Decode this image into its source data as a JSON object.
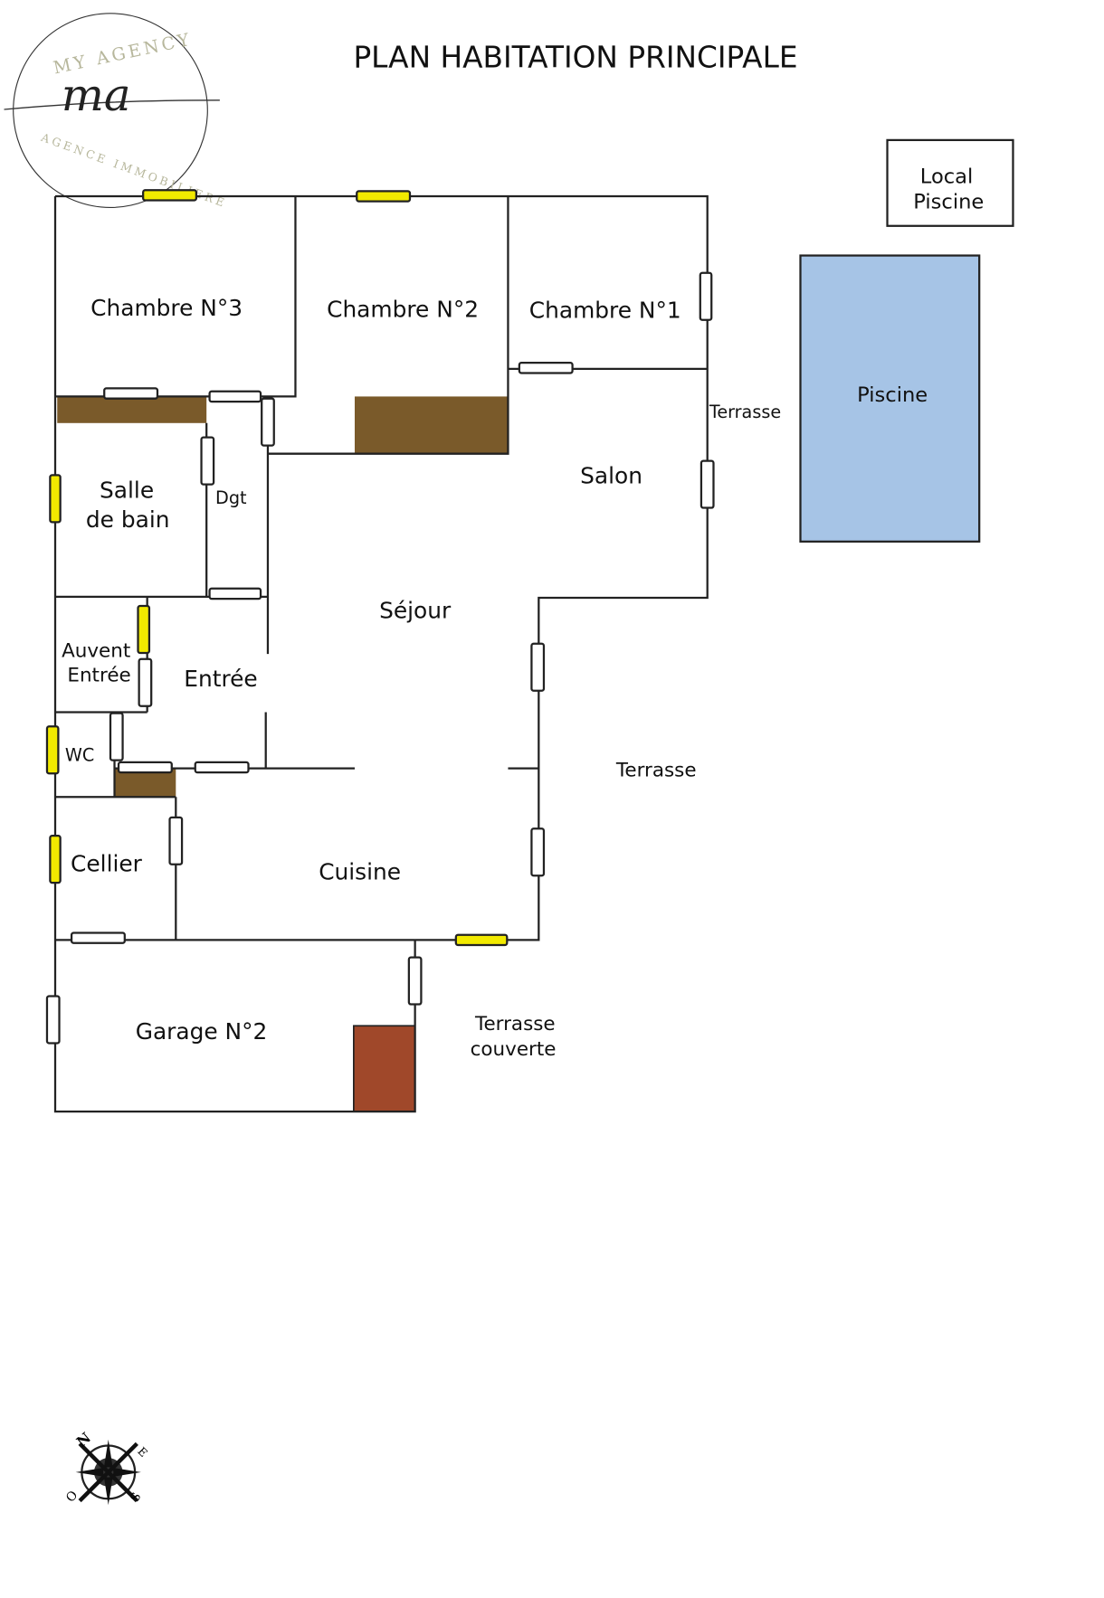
{
  "title": "PLAN HABITATION PRINCIPALE",
  "logo": {
    "top": "MY AGENCY",
    "script": "ma",
    "bottom": "AGENCE IMMOBILIERE"
  },
  "rooms": {
    "chambre3": "Chambre N°3",
    "chambre2": "Chambre N°2",
    "chambre1": "Chambre N°1",
    "salle_de_bain_1": "Salle",
    "salle_de_bain_2": "de bain",
    "dgt": "Dgt",
    "salon": "Salon",
    "sejour": "Séjour",
    "auvent_1": "Auvent",
    "auvent_2": "Entrée",
    "entree": "Entrée",
    "wc": "WC",
    "cellier": "Cellier",
    "cuisine": "Cuisine",
    "garage": "Garage N°2",
    "terrasse_salon": "Terrasse",
    "terrasse": "Terrasse",
    "terrasse_couverte_1": "Terrasse",
    "terrasse_couverte_2": "couverte",
    "local_piscine_1": "Local",
    "local_piscine_2": "Piscine",
    "piscine": "Piscine"
  },
  "compass": {
    "n": "N",
    "e": "E",
    "s": "S",
    "o": "O"
  },
  "colors": {
    "window_yellow": "#f2ea00",
    "cabinet_brown": "#7a5a2a",
    "stair_red": "#a0482a",
    "pool": "#a6c4e6"
  }
}
